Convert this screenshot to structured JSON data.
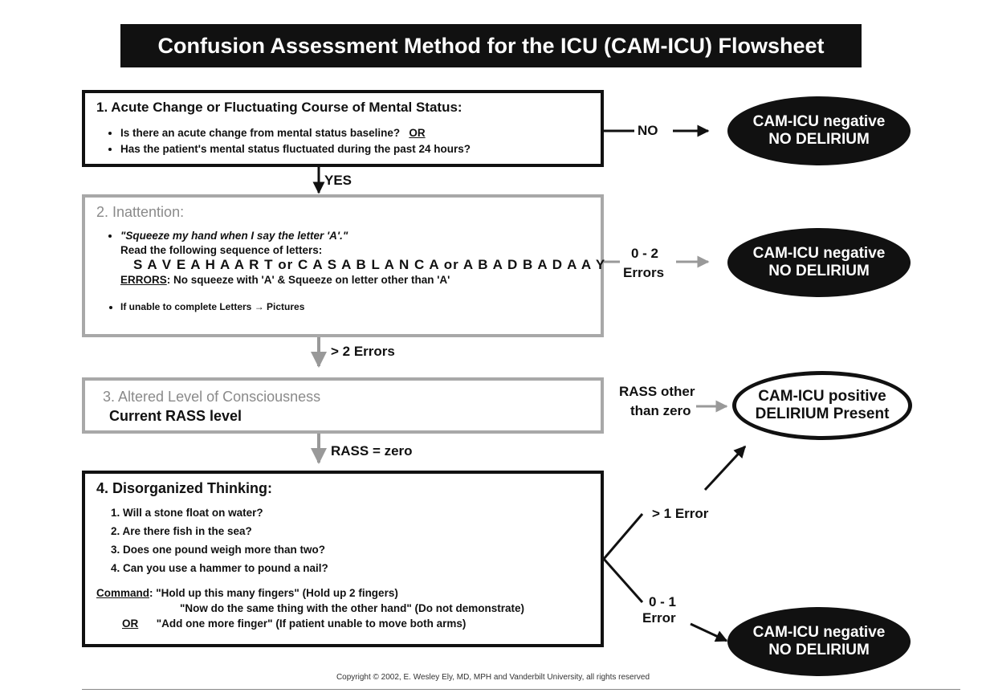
{
  "title": "Confusion Assessment Method for the ICU (CAM-ICU) Flowsheet",
  "step1": {
    "title": "1. Acute Change or Fluctuating Course of Mental Status:",
    "bullet1": "Is there an acute change from mental status baseline?",
    "bullet1_or": "OR",
    "bullet2": "Has the patient's mental status fluctuated during the past 24 hours?"
  },
  "step2": {
    "title": "2. Inattention:",
    "instruction": "\"Squeeze my hand when I say the letter 'A'.\"",
    "read_line": "Read the following sequence of letters:",
    "letters": "S A V E A H A A R T or C A S A B L A N C A or A B A D B A D A A Y",
    "errors_label": "ERRORS",
    "errors_text": ": No squeeze with 'A' & Squeeze on letter other than 'A'",
    "bullet2": "If unable to complete Letters → Pictures"
  },
  "step3": {
    "title": "3. Altered Level of Consciousness",
    "subtitle": "Current RASS level"
  },
  "step4": {
    "title": "4. Disorganized Thinking:",
    "questions": [
      "1. Will a stone float on water?",
      "2. Are there fish in the sea?",
      "3. Does one pound weigh more than two?",
      "4. Can you use a hammer to pound a nail?"
    ],
    "command_label": "Command",
    "command_1": ":  \"Hold up this many fingers\" (Hold up 2 fingers)",
    "command_2": "\"Now do the same thing with the other hand\" (Do not demonstrate)",
    "or_label": "OR",
    "command_3": "\"Add one more finger\" (If patient unable to move both arms)"
  },
  "labels": {
    "no": "NO",
    "yes": "YES",
    "errors_0_2_line1": "0 - 2",
    "errors_0_2_line2": "Errors",
    "gt2_errors": "> 2 Errors",
    "rass_other_line1": "RASS other",
    "rass_other_line2": "than zero",
    "rass_zero": "RASS = zero",
    "gt1_error": "> 1 Error",
    "errors_0_1_line1": "0 - 1",
    "errors_0_1_line2": "Error"
  },
  "outcomes": {
    "negative_line1": "CAM-ICU negative",
    "negative_line2": "NO DELIRIUM",
    "positive_line1": "CAM-ICU positive",
    "positive_line2": "DELIRIUM Present"
  },
  "copyright": "Copyright © 2002, E. Wesley Ely, MD, MPH and Vanderbilt University, all rights reserved",
  "colors": {
    "dark": "#111111",
    "grey": "#a8a8a8"
  }
}
